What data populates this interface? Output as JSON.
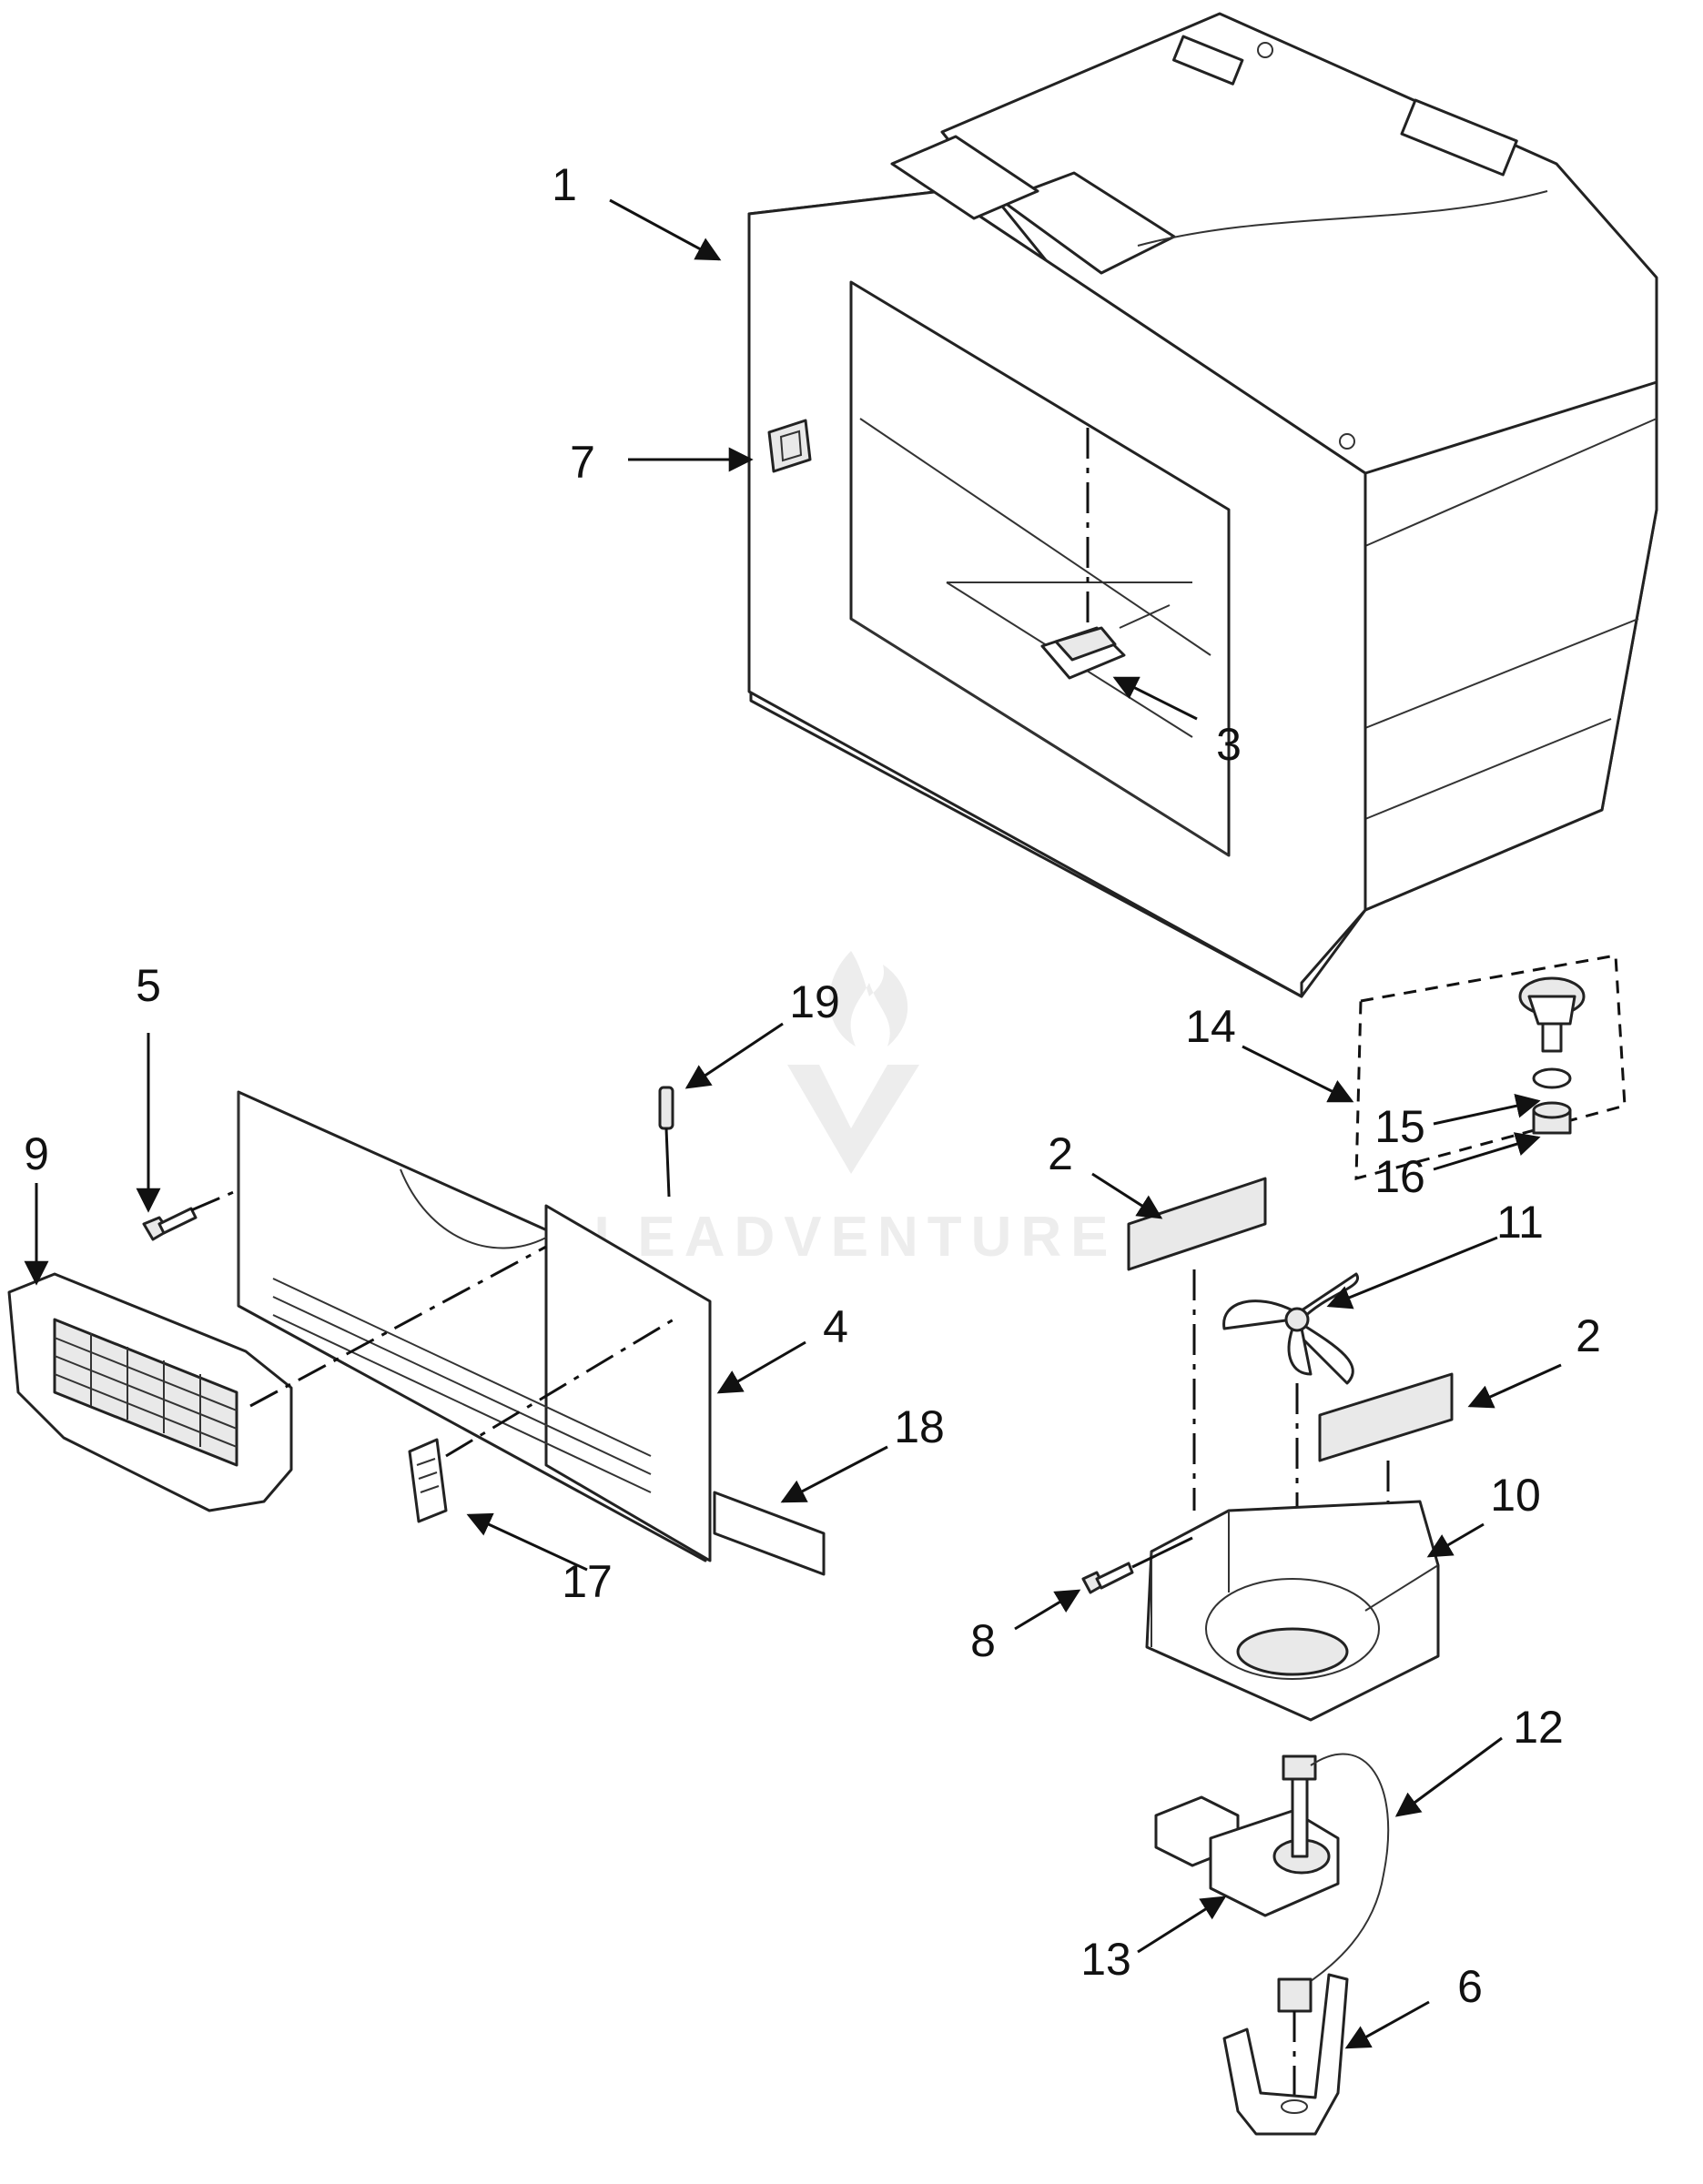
{
  "diagram": {
    "watermark": {
      "text": "LEADVENTURE"
    },
    "callouts": [
      {
        "id": "1",
        "label": "1"
      },
      {
        "id": "7",
        "label": "7"
      },
      {
        "id": "3",
        "label": "3"
      },
      {
        "id": "5",
        "label": "5"
      },
      {
        "id": "19",
        "label": "19"
      },
      {
        "id": "14",
        "label": "14"
      },
      {
        "id": "15",
        "label": "15"
      },
      {
        "id": "16",
        "label": "16"
      },
      {
        "id": "9",
        "label": "9"
      },
      {
        "id": "2a",
        "label": "2"
      },
      {
        "id": "11",
        "label": "11"
      },
      {
        "id": "4",
        "label": "4"
      },
      {
        "id": "2b",
        "label": "2"
      },
      {
        "id": "18",
        "label": "18"
      },
      {
        "id": "10",
        "label": "10"
      },
      {
        "id": "17",
        "label": "17"
      },
      {
        "id": "8",
        "label": "8"
      },
      {
        "id": "12",
        "label": "12"
      },
      {
        "id": "13",
        "label": "13"
      },
      {
        "id": "6",
        "label": "6"
      }
    ]
  }
}
